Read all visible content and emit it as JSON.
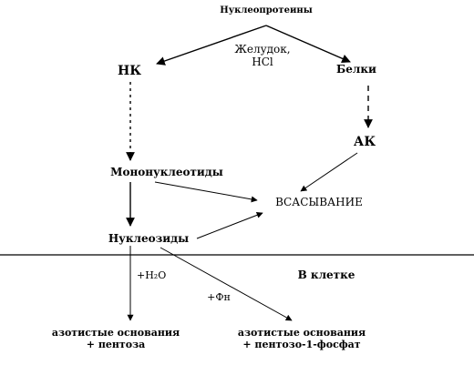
{
  "diagram": {
    "top_label": "Нуклеопротеины",
    "stomach_label": [
      "Желудок,",
      "HCl"
    ],
    "nk_label": "НК",
    "proteins_label": "Белки",
    "ak_label": "АК",
    "mononucleotides_label": "Мононуклеотиды",
    "absorption_label": "ВСАСЫВАНИЕ",
    "nucleosides_label": "Нуклеозиды",
    "water_label": "+H₂O",
    "in_cell_label": "В клетке",
    "phosphate_label": "+Фн",
    "result_left": [
      "азотистые основания",
      "+ пентоза"
    ],
    "result_right": [
      "азотистые основания",
      "+ пентозо-1-фосфат"
    ]
  }
}
